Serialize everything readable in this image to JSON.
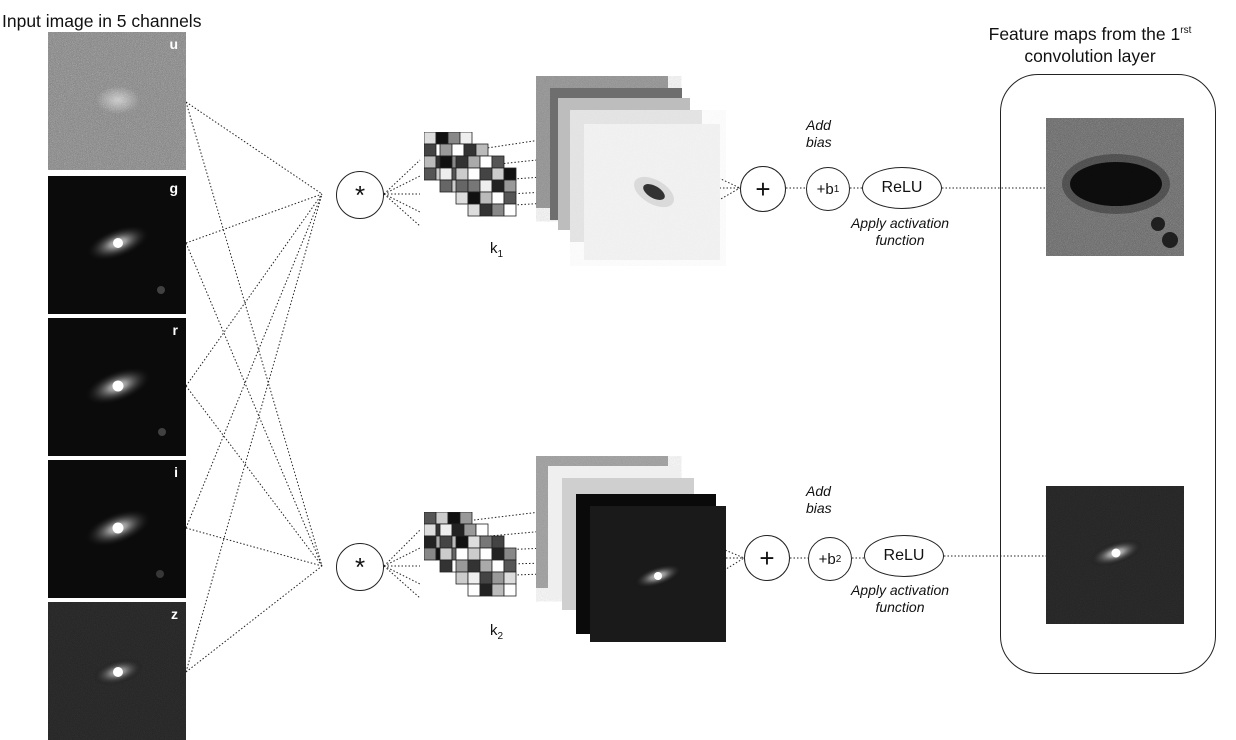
{
  "input_title": "Input image in 5 channels",
  "output_title": {
    "prefix": "Feature maps from the 1",
    "superscript": "rst",
    "line2": "convolution layer"
  },
  "bands": [
    "u",
    "g",
    "r",
    "i",
    "z"
  ],
  "conv_symbol": "*",
  "add_symbol": "+",
  "branches": [
    {
      "kernel_label": "k",
      "kernel_sub": "1",
      "bias_prefix": "+b",
      "bias_sub": "1",
      "add_bias_line1": "Add",
      "add_bias_line2": "bias",
      "activation": "ReLU",
      "apply_line1": "Apply activation",
      "apply_line2": "function"
    },
    {
      "kernel_label": "k",
      "kernel_sub": "2",
      "bias_prefix": "+b",
      "bias_sub": "2",
      "add_bias_line1": "Add",
      "add_bias_line2": "bias",
      "activation": "ReLU",
      "apply_line1": "Apply activation",
      "apply_line2": "function"
    }
  ]
}
